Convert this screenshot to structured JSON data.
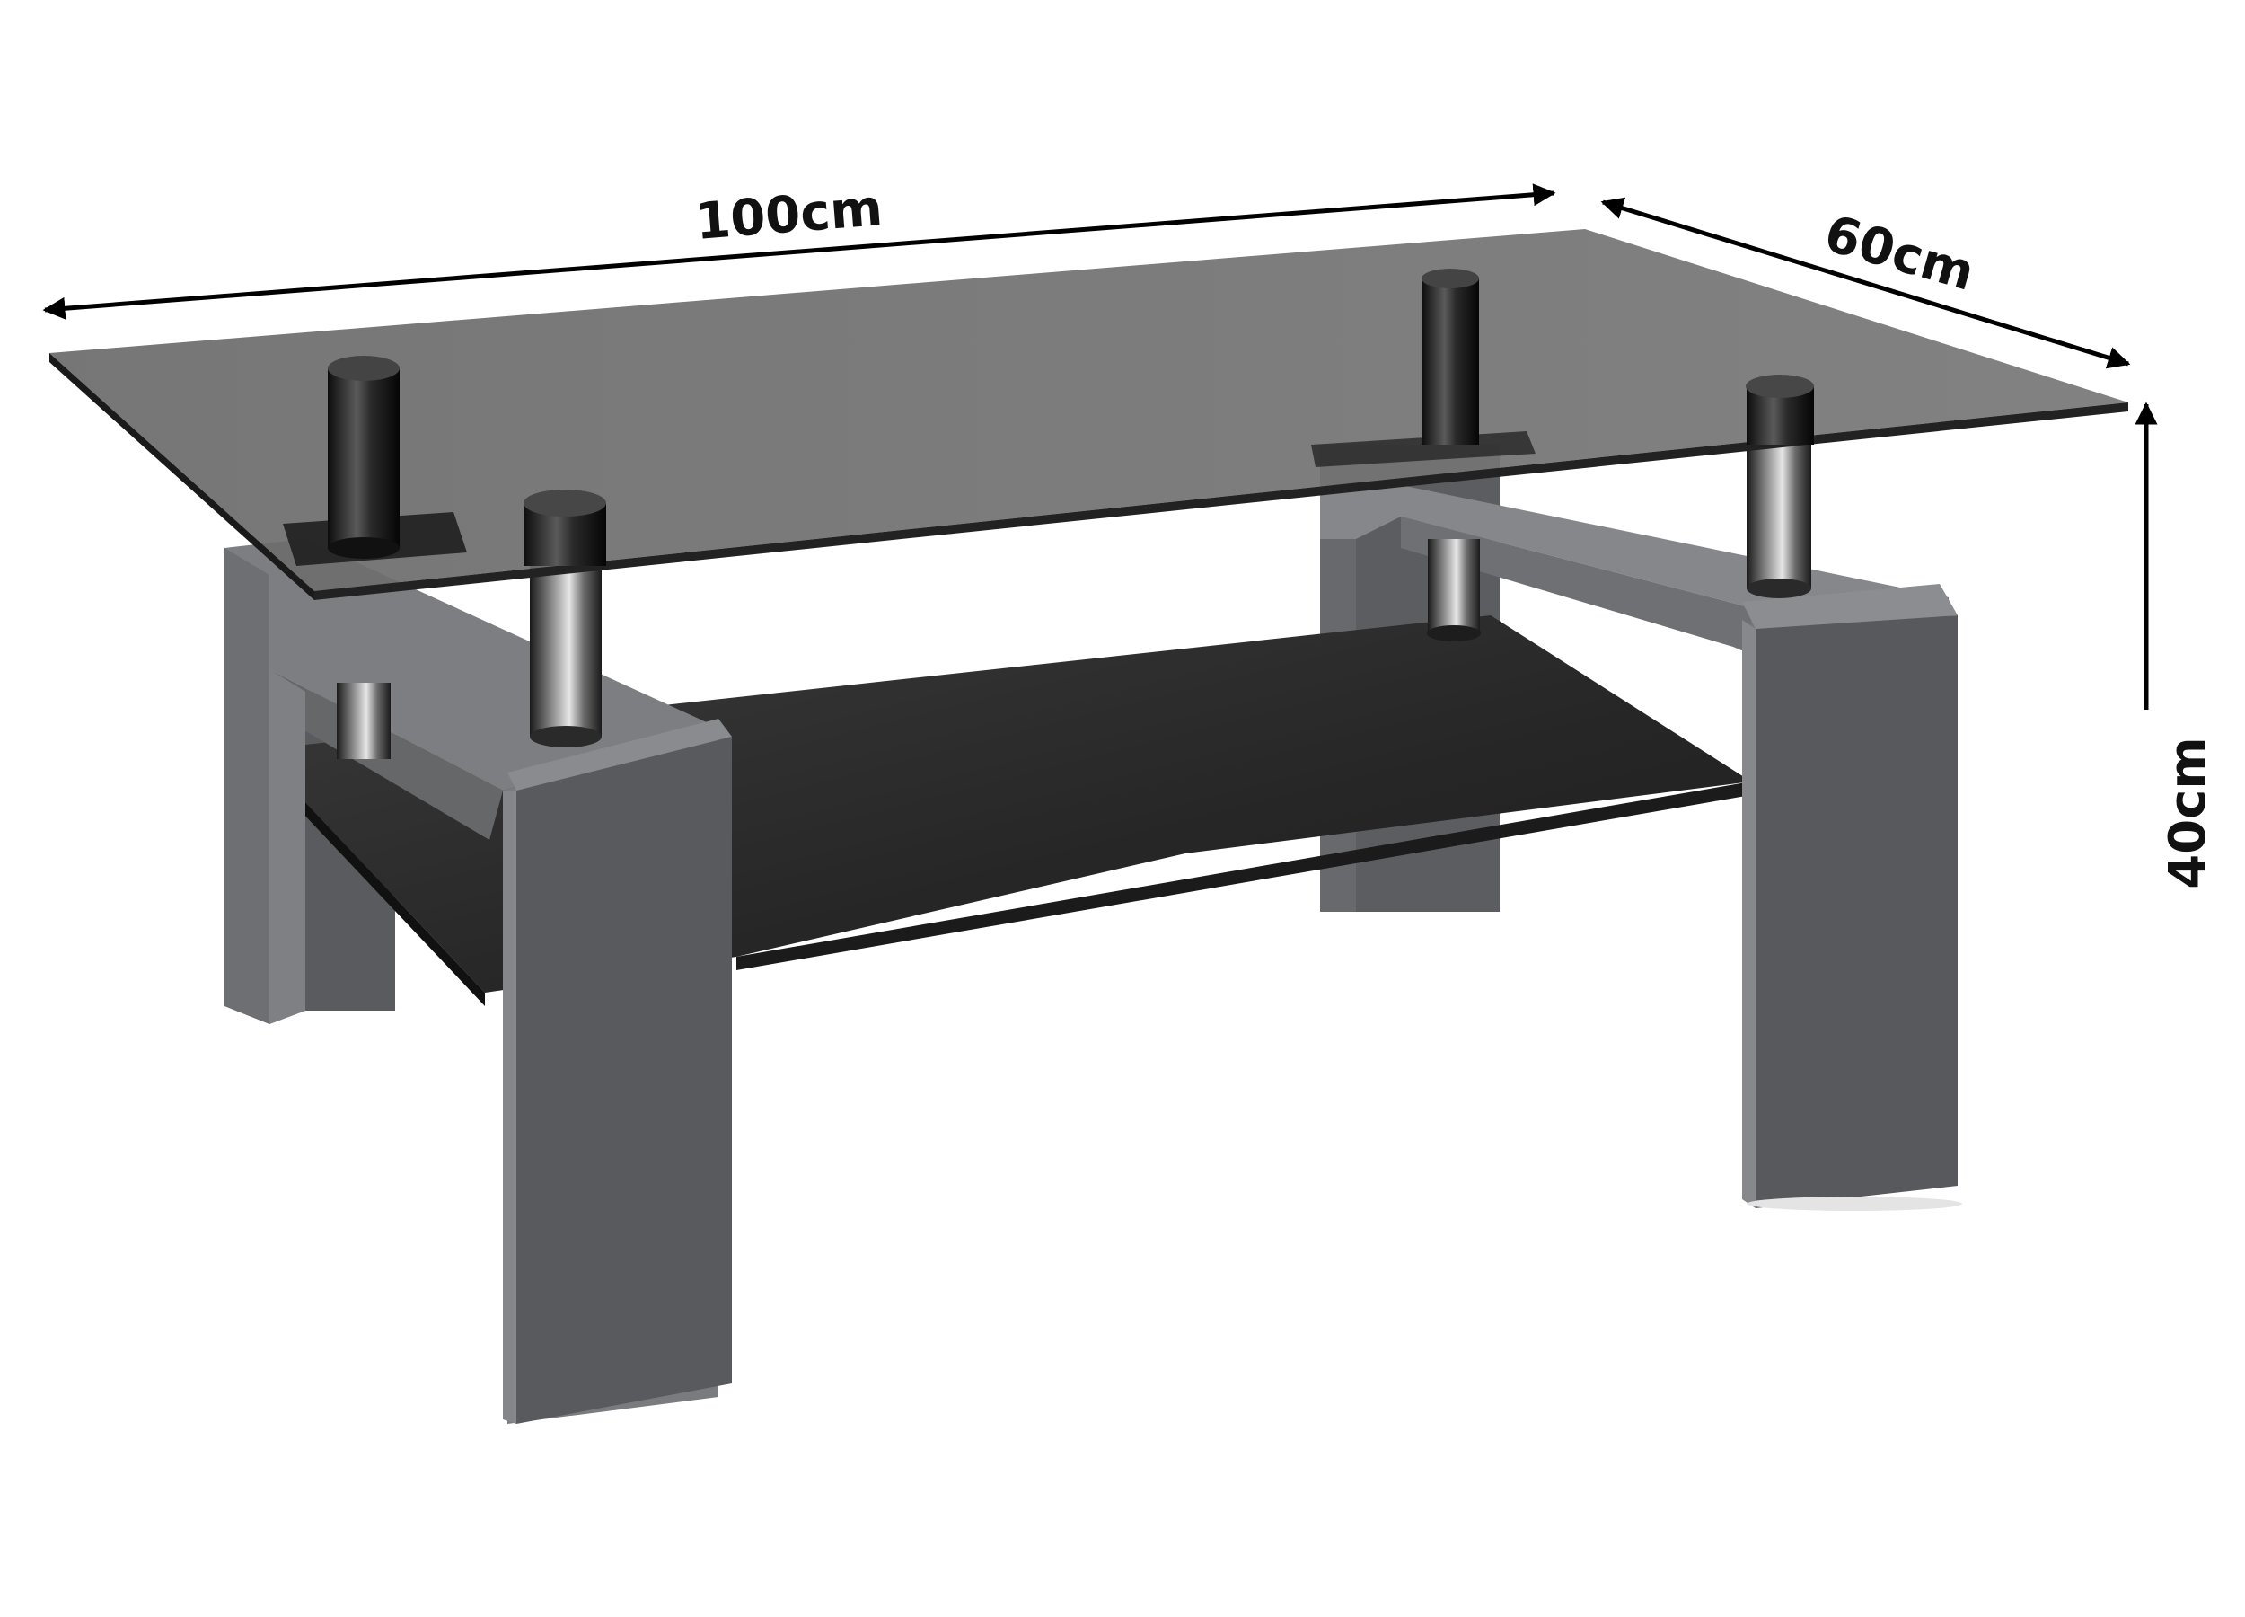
{
  "dimensions": {
    "width_label": "100cm",
    "depth_label": "60cm",
    "height_label": "40cm"
  },
  "colors": {
    "background": "#ffffff",
    "frame_light": "#7b7c7f",
    "frame_dark": "#5a5b5e",
    "glass_top": "#6f6f6f",
    "shelf_glass": "#2e2e2e",
    "arrow": "#000000"
  }
}
